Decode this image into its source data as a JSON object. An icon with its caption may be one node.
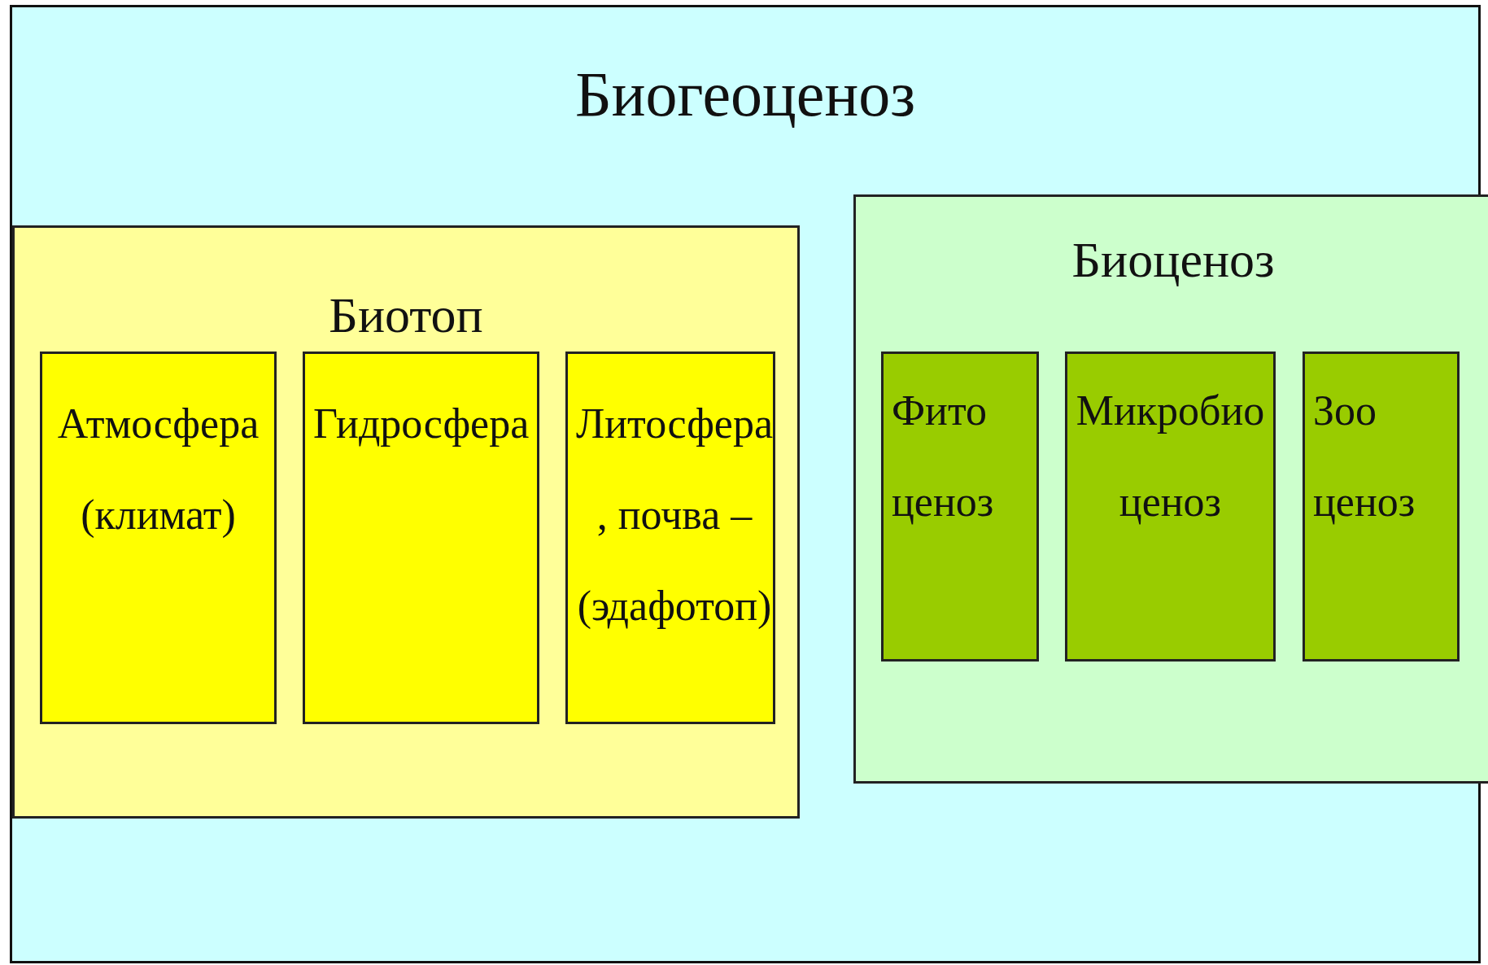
{
  "diagram": {
    "nodes": [
      {
        "text": [
          "Биогеоценоз"
        ]
      },
      {
        "text": [
          "Биотоп"
        ],
        "in": 0
      },
      {
        "text": [
          "Атмосфера (климат)"
        ],
        "in": 1
      },
      {
        "text": [
          "Гидросфера"
        ],
        "in": 1
      },
      {
        "text": [
          "Литосфера , почва – (эдафотоп)"
        ],
        "in": 1
      },
      {
        "text": [
          "Биоценоз"
        ],
        "in": 0
      },
      {
        "text": [
          "Фито ценоз"
        ],
        "in": 5
      },
      {
        "text": [
          "Микробио ценоз"
        ],
        "in": 5
      },
      {
        "text": [
          "Зоо ценоз"
        ],
        "in": 5
      }
    ]
  }
}
